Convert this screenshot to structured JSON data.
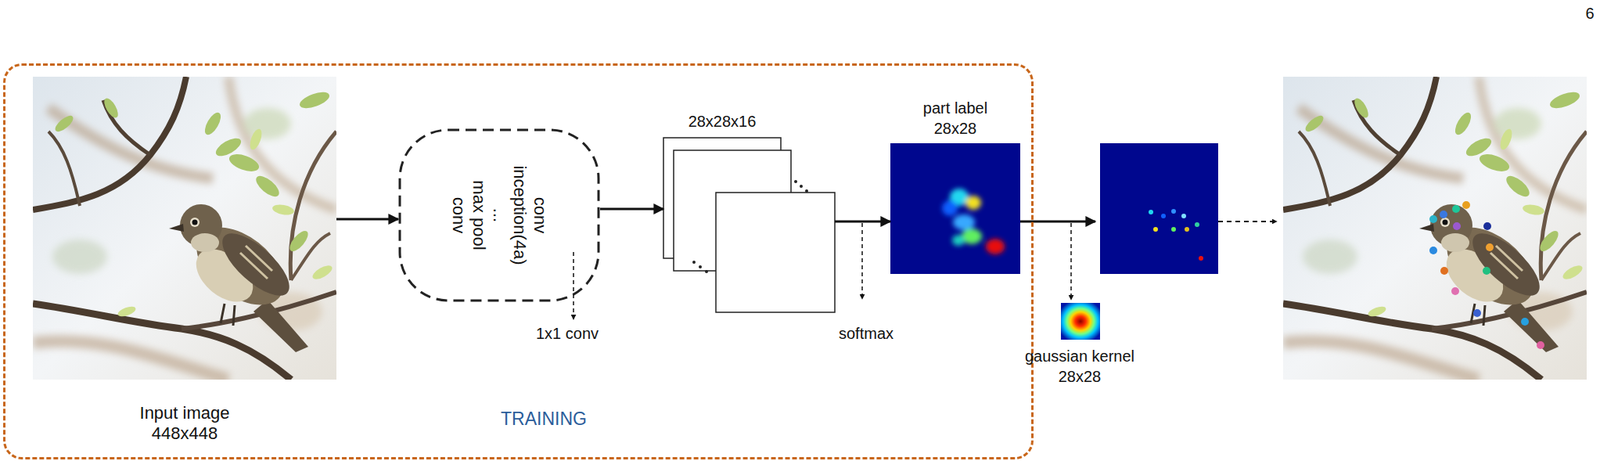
{
  "diagram": {
    "nodes": [
      {
        "text": [
          "TRAINING"
        ]
      },
      {
        "text": [
          "Input image 448x448"
        ],
        "in": 0
      },
      {
        "text": [
          "conv",
          "inception(4a)",
          "...",
          "max pool",
          "conv"
        ],
        "in": 0
      },
      {
        "text": [
          "28x28x16"
        ],
        "in": 0
      },
      {
        "text": [
          "part label 28x28"
        ],
        "in": 0
      }
    ],
    "edges": [
      {
        "from": 1,
        "to": 2,
        "arrow": "to"
      },
      {
        "from": 2,
        "to": 3,
        "arrow": "to"
      },
      {
        "from": 3,
        "to": 4,
        "arrow": "to"
      }
    ],
    "labels": [
      "6",
      "1x1 conv",
      "softmax",
      "gaussian kernel 28x28"
    ]
  }
}
